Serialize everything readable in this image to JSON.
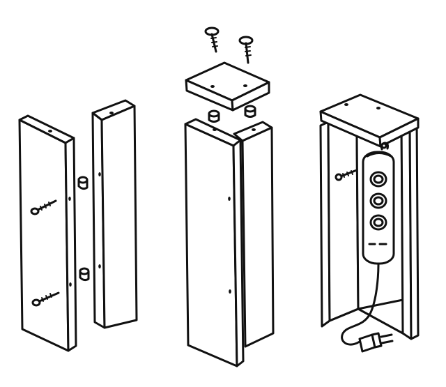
{
  "colors": {
    "ink": "#111111",
    "paper": "#ffffff"
  },
  "stages": [
    {
      "id": "stage-1",
      "parts": [
        "left-side-panel",
        "right-side-panel",
        "wood-screw",
        "wood-screw",
        "dowel-plug",
        "dowel-plug"
      ]
    },
    {
      "id": "stage-2",
      "parts": [
        "top-cap",
        "wood-screw",
        "wood-screw",
        "dowel-plug",
        "dowel-plug",
        "front-panel",
        "back-panel"
      ]
    },
    {
      "id": "stage-3",
      "parts": [
        "assembled-box",
        "power-strip",
        "plug"
      ]
    }
  ],
  "icons": [
    "screw-icon",
    "dowel-icon",
    "power-strip-icon",
    "plug-icon"
  ]
}
